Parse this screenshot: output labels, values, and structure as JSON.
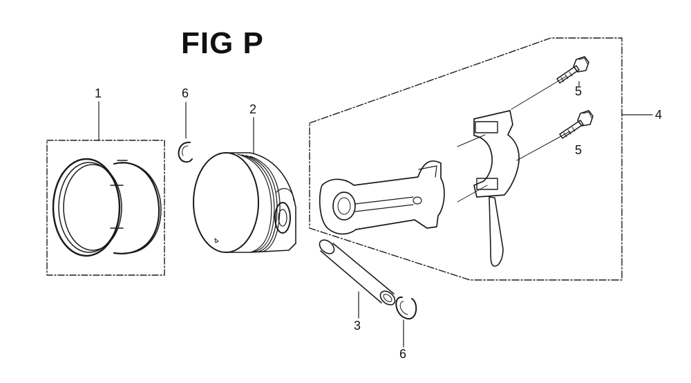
{
  "figure": {
    "title": "FIG P",
    "callouts": [
      {
        "id": "c1",
        "label": "1",
        "part": "piston-ring-set"
      },
      {
        "id": "c2",
        "label": "2",
        "part": "piston"
      },
      {
        "id": "c3",
        "label": "3",
        "part": "piston-pin"
      },
      {
        "id": "c4",
        "label": "4",
        "part": "connecting-rod-assembly"
      },
      {
        "id": "c5a",
        "label": "5",
        "part": "rod-bolt-upper"
      },
      {
        "id": "c5b",
        "label": "5",
        "part": "rod-bolt-lower"
      },
      {
        "id": "c6a",
        "label": "6",
        "part": "pin-clip-upper"
      },
      {
        "id": "c6b",
        "label": "6",
        "part": "pin-clip-lower"
      }
    ]
  },
  "colors": {
    "ink": "#1a1a1a",
    "background": "#ffffff"
  }
}
